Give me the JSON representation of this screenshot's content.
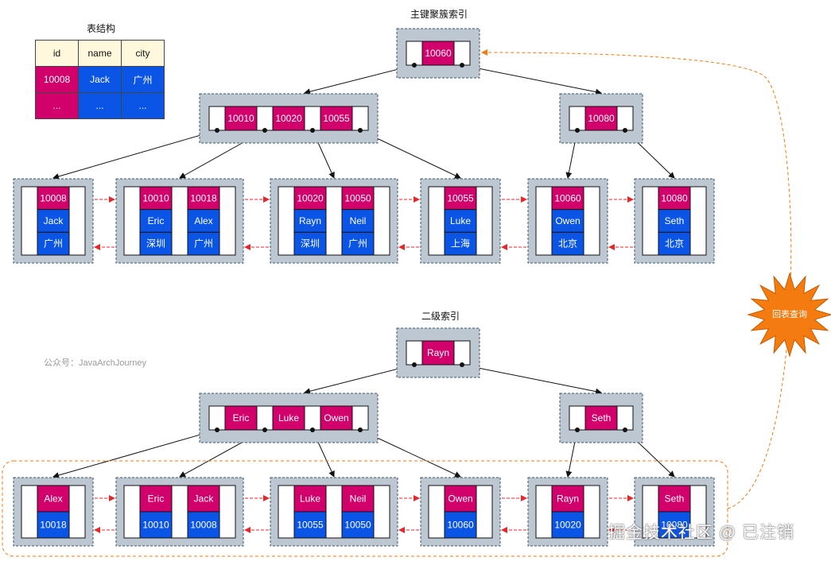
{
  "schema": {
    "title": "表结构",
    "headers": [
      "id",
      "name",
      "city"
    ],
    "rows": [
      [
        "10008",
        "Jack",
        "广州"
      ],
      [
        "...",
        "...",
        "..."
      ]
    ]
  },
  "clustered": {
    "title": "主键聚簇索引",
    "root": [
      "10060"
    ],
    "internal": [
      [
        "10010",
        "10020",
        "10055"
      ],
      [
        "10080"
      ]
    ],
    "leaves": [
      [
        {
          "key": "10008",
          "name": "Jack",
          "city": "广州"
        }
      ],
      [
        {
          "key": "10010",
          "name": "Eric",
          "city": "深圳"
        },
        {
          "key": "10018",
          "name": "Alex",
          "city": "广州"
        }
      ],
      [
        {
          "key": "10020",
          "name": "Rayn",
          "city": "深圳"
        },
        {
          "key": "10050",
          "name": "Neil",
          "city": "广州"
        }
      ],
      [
        {
          "key": "10055",
          "name": "Luke",
          "city": "上海"
        }
      ],
      [
        {
          "key": "10060",
          "name": "Owen",
          "city": "北京"
        }
      ],
      [
        {
          "key": "10080",
          "name": "Seth",
          "city": "北京"
        }
      ]
    ]
  },
  "secondary": {
    "title": "二级索引",
    "root": [
      "Rayn"
    ],
    "internal": [
      [
        "Eric",
        "Luke",
        "Owen"
      ],
      [
        "Seth"
      ]
    ],
    "leaves": [
      [
        {
          "name": "Alex",
          "id": "10018"
        }
      ],
      [
        {
          "name": "Eric",
          "id": "10010"
        },
        {
          "name": "Jack",
          "id": "10008"
        }
      ],
      [
        {
          "name": "Luke",
          "id": "10055"
        },
        {
          "name": "Neil",
          "id": "10050"
        }
      ],
      [
        {
          "name": "Owen",
          "id": "10060"
        }
      ],
      [
        {
          "name": "Rayn",
          "id": "10020"
        }
      ],
      [
        {
          "name": "Seth",
          "id": "10080"
        }
      ]
    ]
  },
  "lookup_back_label": "回表查询",
  "watermark_account": "公众号：JavaArchJourney",
  "watermark_site": "掘金技术社区 @ 已注销",
  "colors": {
    "key": "#d1006a",
    "value": "#0a55e6",
    "node_fill": "#bcc7d1",
    "node_border": "#3e5871",
    "leaf_link": "#e8262a",
    "lookup": "#f47b0f",
    "header": "#fff8dc"
  }
}
